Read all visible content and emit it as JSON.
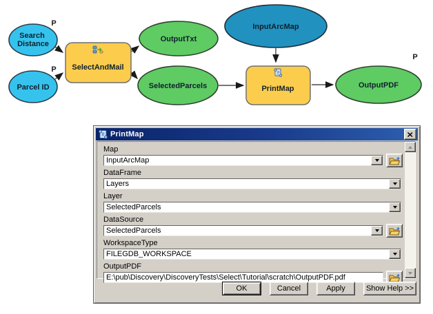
{
  "diagram": {
    "p_marker": "P",
    "nodes": {
      "search_distance": {
        "line1": "Search",
        "line2": "Distance"
      },
      "parcel_id": {
        "label": "Parcel ID"
      },
      "select_and_mail": {
        "label": "SelectAndMail"
      },
      "output_txt": {
        "label": "OutputTxt"
      },
      "selected_parcels": {
        "label": "SelectedParcels"
      },
      "input_arcmap": {
        "label": "InputArcMap"
      },
      "print_map": {
        "label": "PrintMap"
      },
      "output_pdf": {
        "label": "OutputPDF"
      }
    },
    "colors": {
      "input_variable_blue": "#35c3ee",
      "project_data_blue": "#2191c0",
      "derived_data_green": "#5fcb63",
      "tool_yellow": "#fccc4d"
    }
  },
  "dialog": {
    "title": "PrintMap",
    "fields": [
      {
        "label": "Map",
        "value": "InputArcMap"
      },
      {
        "label": "DataFrame",
        "value": "Layers"
      },
      {
        "label": "Layer",
        "value": "SelectedParcels"
      },
      {
        "label": "DataSource",
        "value": "SelectedParcels"
      },
      {
        "label": "WorkspaceType",
        "value": "FILEGDB_WORKSPACE"
      },
      {
        "label": "OutputPDF",
        "value": "E:\\pub\\Discovery\\DiscoveryTests\\Select\\Tutorial\\scratch\\OutputPDF.pdf"
      }
    ],
    "buttons": [
      {
        "label": "OK"
      },
      {
        "label": "Cancel"
      },
      {
        "label": "Apply"
      },
      {
        "label": "Show Help >>"
      }
    ],
    "icons": {
      "titlebar": "script-scroll-icon",
      "close": "close-icon",
      "browse": "open-folder-icon",
      "dropdown": "chevron-down-icon"
    }
  }
}
